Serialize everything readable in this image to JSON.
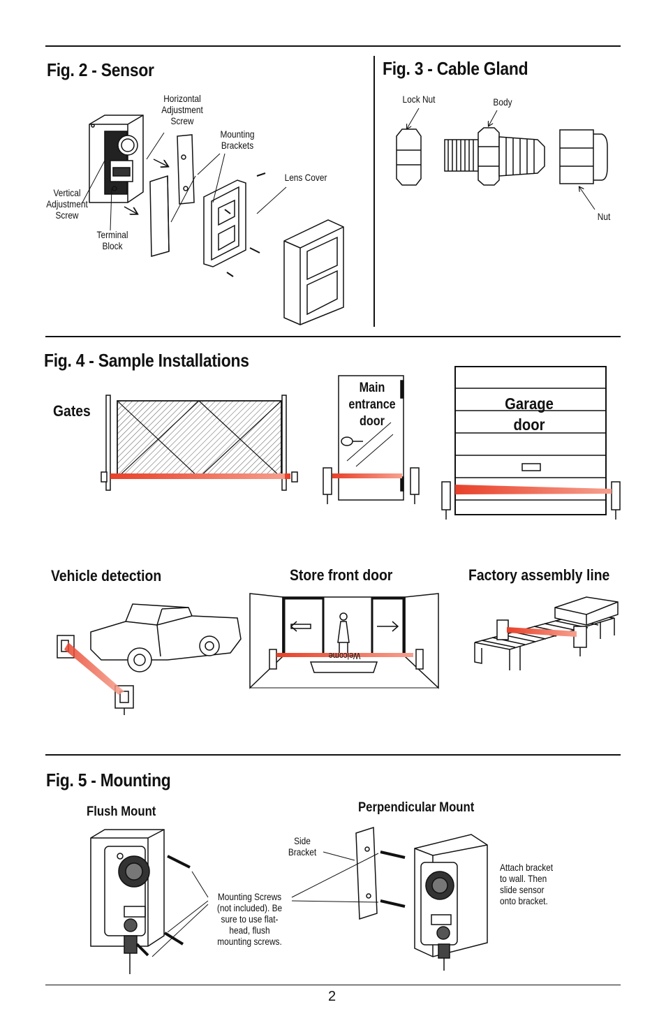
{
  "fig2": {
    "title": "Fig. 2 - Sensor",
    "labels": {
      "horizontal_screw": "Horizontal\nAdjustment\nScrew",
      "mounting_brackets": "Mounting\nBrackets",
      "lens_cover": "Lens Cover",
      "vertical_screw": "Vertical\nAdjustment\nScrew",
      "terminal_block": "Terminal\nBlock"
    }
  },
  "fig3": {
    "title": "Fig. 3 - Cable Gland",
    "labels": {
      "lock_nut": "Lock Nut",
      "body": "Body",
      "nut": "Nut"
    }
  },
  "fig4": {
    "title": "Fig. 4 - Sample Installations",
    "gates": "Gates",
    "main_door": "Main\nentrance\ndoor",
    "garage_door": "Garage\ndoor",
    "vehicle": "Vehicle detection",
    "store_front": "Store front door",
    "factory": "Factory assembly line",
    "welcome": "Welcome"
  },
  "fig5": {
    "title": "Fig. 5 - Mounting",
    "flush_mount": "Flush Mount",
    "perpendicular_mount": "Perpendicular Mount",
    "side_bracket": "Side\nBracket",
    "mounting_screws": "Mounting Screws\n(not included).  Be\nsure to use flat-\nhead, flush\nmounting screws.",
    "attach_note": "Attach bracket\nto wall.  Then\nslide sensor\nonto bracket."
  },
  "page_number": "2",
  "colors": {
    "beam": "#e8412a",
    "ink": "#111111"
  }
}
